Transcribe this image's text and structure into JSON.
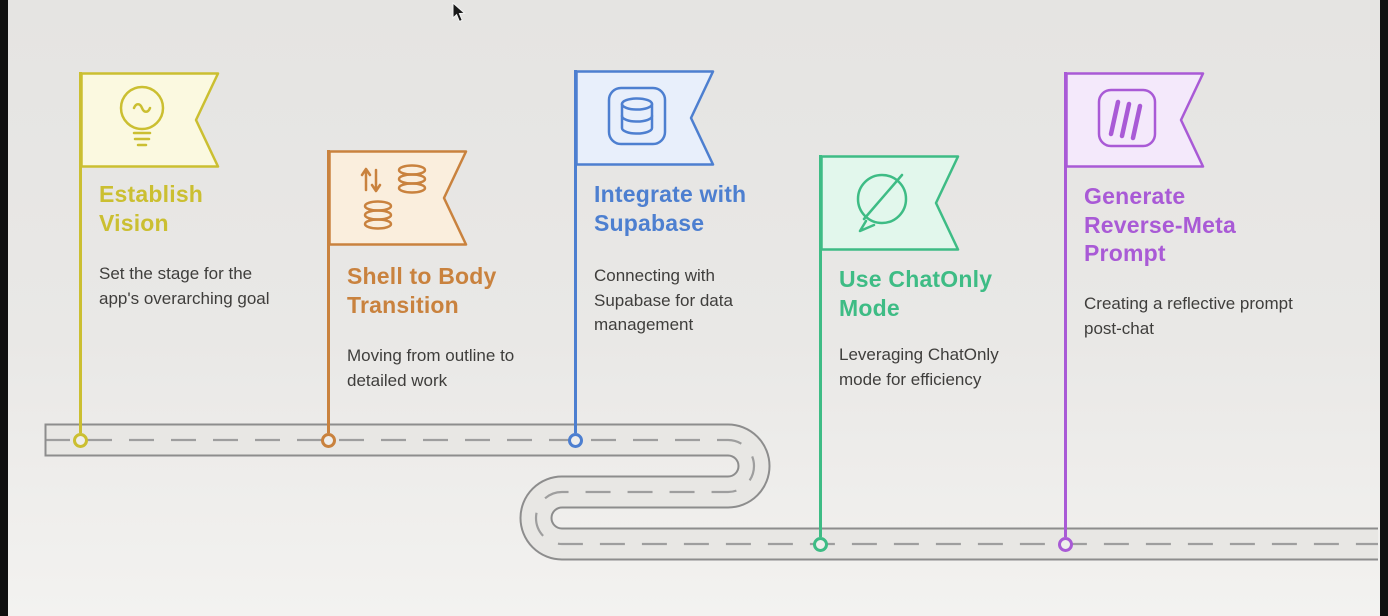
{
  "page": {
    "background": "#e9e8e6",
    "road_edge_color": "#8d8d8d",
    "road_fill_color": "#e8e7e4",
    "road_dash_color": "#9e9e9e"
  },
  "milestones": [
    {
      "title": "Establish Vision",
      "description": "Set the stage for the app's overarching goal",
      "accent": "#cbbf31",
      "tint": "#fbf9e0",
      "icon": "lightbulb-icon"
    },
    {
      "title": "Shell to Body Transition",
      "description": "Moving from outline to detailed work",
      "accent": "#c9823e",
      "tint": "#faeedd",
      "icon": "data-transfer-icon"
    },
    {
      "title": "Integrate with Supabase",
      "description": "Connecting with Supabase for data management",
      "accent": "#4d7fd0",
      "tint": "#e8effb",
      "icon": "database-icon"
    },
    {
      "title": "Use ChatOnly Mode",
      "description": "Leveraging ChatOnly mode for efficiency",
      "accent": "#3ebc85",
      "tint": "#e2f7ec",
      "icon": "chat-off-icon"
    },
    {
      "title": "Generate Reverse-Meta Prompt",
      "description": "Creating a reflective prompt post-chat",
      "accent": "#a95ad6",
      "tint": "#f4e9fb",
      "icon": "whiteboard-icon"
    }
  ]
}
